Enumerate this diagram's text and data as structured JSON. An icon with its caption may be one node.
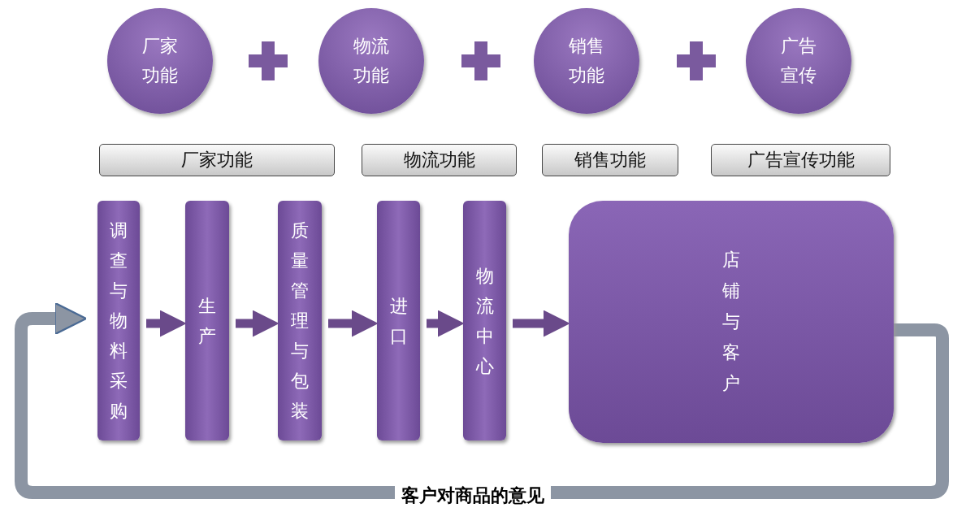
{
  "diagram": {
    "nodes": [
      {
        "text": [
          "厂家功能"
        ]
      },
      {
        "text": [
          "物流功能"
        ]
      },
      {
        "text": [
          "销售功能"
        ]
      },
      {
        "text": [
          "广告宣传"
        ]
      },
      {
        "text": [
          "厂家功能"
        ]
      },
      {
        "text": [
          "物流功能"
        ]
      },
      {
        "text": [
          "销售功能"
        ]
      },
      {
        "text": [
          "广告宣传功能"
        ]
      },
      {
        "text": [
          "调查与物料采购"
        ]
      },
      {
        "text": [
          "生产"
        ]
      },
      {
        "text": [
          "质量管理与包装"
        ]
      },
      {
        "text": [
          "进口"
        ]
      },
      {
        "text": [
          "物流中心"
        ]
      },
      {
        "text": [
          "店铺与客户"
        ]
      }
    ],
    "edges": [
      {
        "from": 8,
        "to": 9,
        "arrow": "to"
      },
      {
        "from": 9,
        "to": 10,
        "arrow": "to"
      },
      {
        "from": 10,
        "to": 11,
        "arrow": "to"
      },
      {
        "from": 11,
        "to": 12,
        "arrow": "to"
      },
      {
        "from": 12,
        "to": 13,
        "arrow": "to"
      },
      {
        "from": 13,
        "to": 8,
        "arrow": "to",
        "label": "客户对商品的意见",
        "color": "#8c95a3"
      }
    ]
  }
}
